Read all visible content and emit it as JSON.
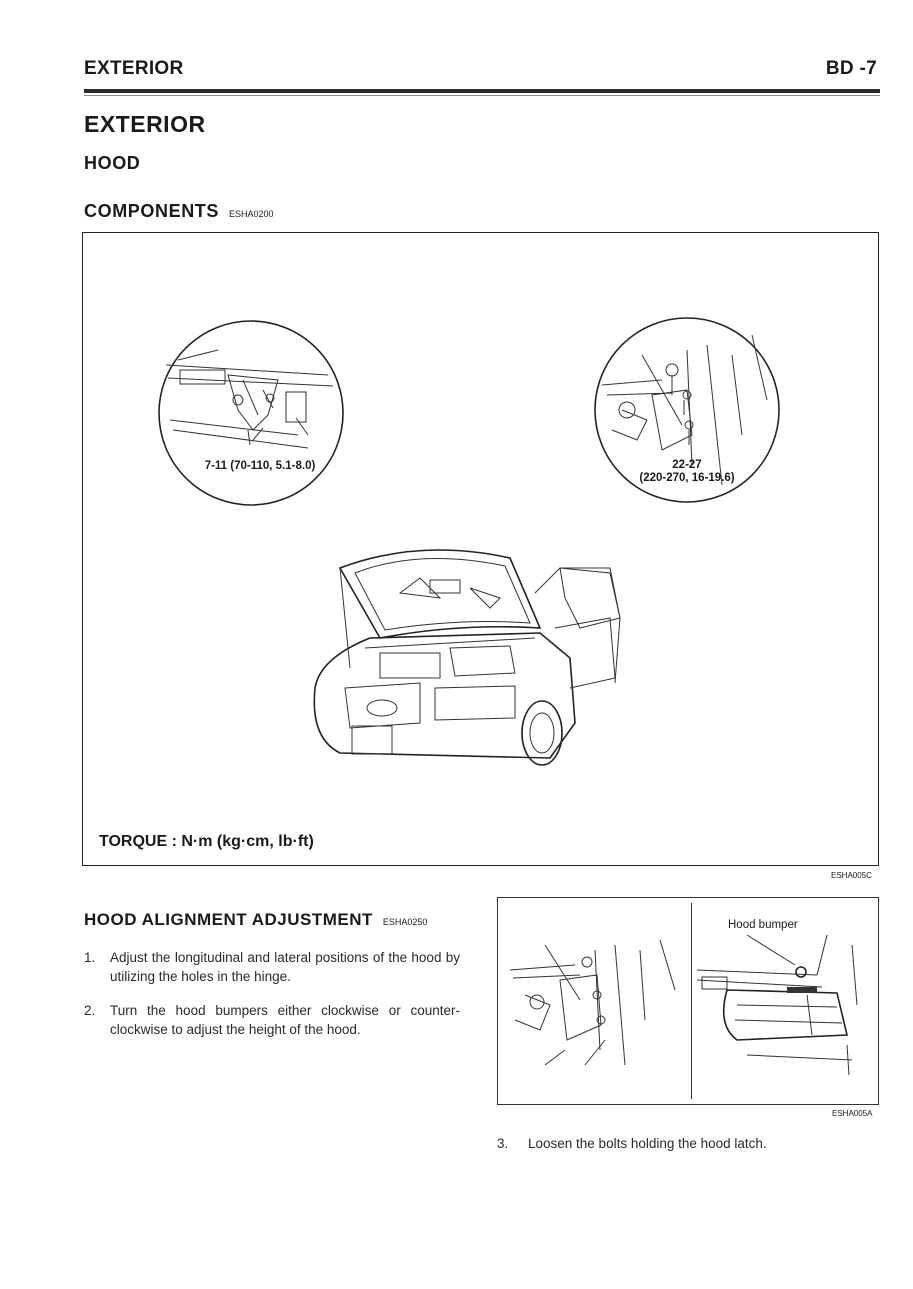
{
  "header": {
    "section": "EXTERIOR",
    "page": "BD -7"
  },
  "title": "EXTERIOR",
  "subtitle": "HOOD",
  "components": {
    "heading": "COMPONENTS",
    "code": "ESHA0200"
  },
  "figure1": {
    "torque_left": "7-11 (70-110, 5.1-8.0)",
    "torque_right_line1": "22-27",
    "torque_right_line2": "(220-270, 16-19.6)",
    "torque_label": "TORQUE : N·m (kg·cm, lb·ft)",
    "code": "ESHA005C"
  },
  "alignment": {
    "heading": "HOOD ALIGNMENT ADJUSTMENT",
    "code": "ESHA0250",
    "steps": [
      {
        "num": "1.",
        "text": "Adjust the longitudinal and lateral positions of the hood by utilizing the holes in the hinge."
      },
      {
        "num": "2.",
        "text": "Turn the hood bumpers either clockwise or counter-clockwise to adjust the height of the hood."
      }
    ]
  },
  "figure2": {
    "label": "Hood bumper",
    "code": "ESHA005A"
  },
  "step3": {
    "num": "3.",
    "text": "Loosen the bolts holding the hood latch."
  },
  "icons": [
    "hood-latch-detail-icon",
    "hood-hinge-detail-icon",
    "vehicle-open-hood-icon",
    "hood-bumper-icon"
  ]
}
